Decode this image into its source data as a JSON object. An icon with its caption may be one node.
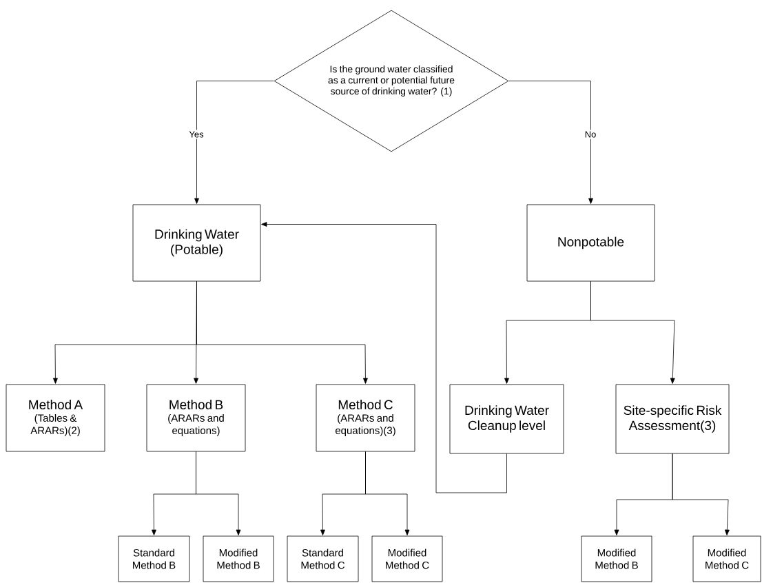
{
  "diagram": {
    "nodes": [
      {
        "text": [
          "Is the ground water classified as a current or potential future source of drinking water? (1)"
        ]
      },
      {
        "text": [
          "Drinking Water (Potable)"
        ]
      },
      {
        "text": [
          "Nonpotable"
        ]
      },
      {
        "text": [
          "Method A",
          "(Tables & ARARs)(2)"
        ]
      },
      {
        "text": [
          "Method B",
          "(ARARs and equations)"
        ]
      },
      {
        "text": [
          "Method C",
          "(ARARs and equations)(3)"
        ]
      },
      {
        "text": [
          "Drinking Water Cleanup level"
        ]
      },
      {
        "text": [
          "Site-specific Risk Assessment(3)"
        ]
      },
      {
        "text": [
          "Standard Method B"
        ]
      },
      {
        "text": [
          "Modified Method B"
        ]
      },
      {
        "text": [
          "Standard Method C"
        ]
      },
      {
        "text": [
          "Modified Method C"
        ]
      },
      {
        "text": [
          "Modified Method B"
        ]
      },
      {
        "text": [
          "Modified Method C"
        ]
      }
    ],
    "edges": [
      {
        "from": 0,
        "to": 1,
        "arrow": "to",
        "label": "Yes"
      },
      {
        "from": 0,
        "to": 2,
        "arrow": "to",
        "label": "No"
      },
      {
        "from": 1,
        "to": 3,
        "arrow": "to"
      },
      {
        "from": 1,
        "to": 4,
        "arrow": "to"
      },
      {
        "from": 1,
        "to": 5,
        "arrow": "to"
      },
      {
        "from": 6,
        "to": 1,
        "arrow": "to"
      },
      {
        "from": 2,
        "to": 6,
        "arrow": "to"
      },
      {
        "from": 2,
        "to": 7,
        "arrow": "to"
      },
      {
        "from": 4,
        "to": 8,
        "arrow": "to"
      },
      {
        "from": 4,
        "to": 9,
        "arrow": "to"
      },
      {
        "from": 5,
        "to": 10,
        "arrow": "to"
      },
      {
        "from": 5,
        "to": 11,
        "arrow": "to"
      },
      {
        "from": 7,
        "to": 12,
        "arrow": "to"
      },
      {
        "from": 7,
        "to": 13,
        "arrow": "to"
      }
    ]
  }
}
